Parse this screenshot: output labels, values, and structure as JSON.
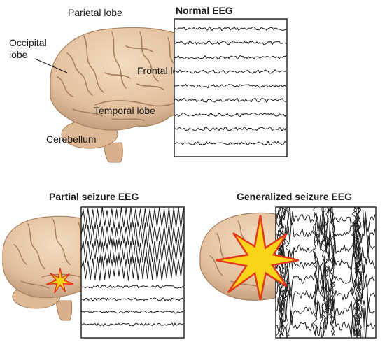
{
  "labels": {
    "parietal": "Parietal lobe",
    "occipital_line1": "Occipital",
    "occipital_line2": "lobe",
    "frontal": "Frontal lobe",
    "temporal": "Temporal lobe",
    "cerebellum": "Cerebellum"
  },
  "panels": {
    "normal": {
      "title": "Normal EEG"
    },
    "partial": {
      "title": "Partial seizure EEG"
    },
    "generalized": {
      "title": "Generalized seizure EEG"
    }
  },
  "colors": {
    "brain_fill": "#E7C9A9",
    "brain_shadow": "#C49F7E",
    "brain_fold": "#A9805F",
    "trace": "#1a1a1a",
    "star_fill": "#F7D417",
    "star_stroke": "#E03A1E"
  }
}
